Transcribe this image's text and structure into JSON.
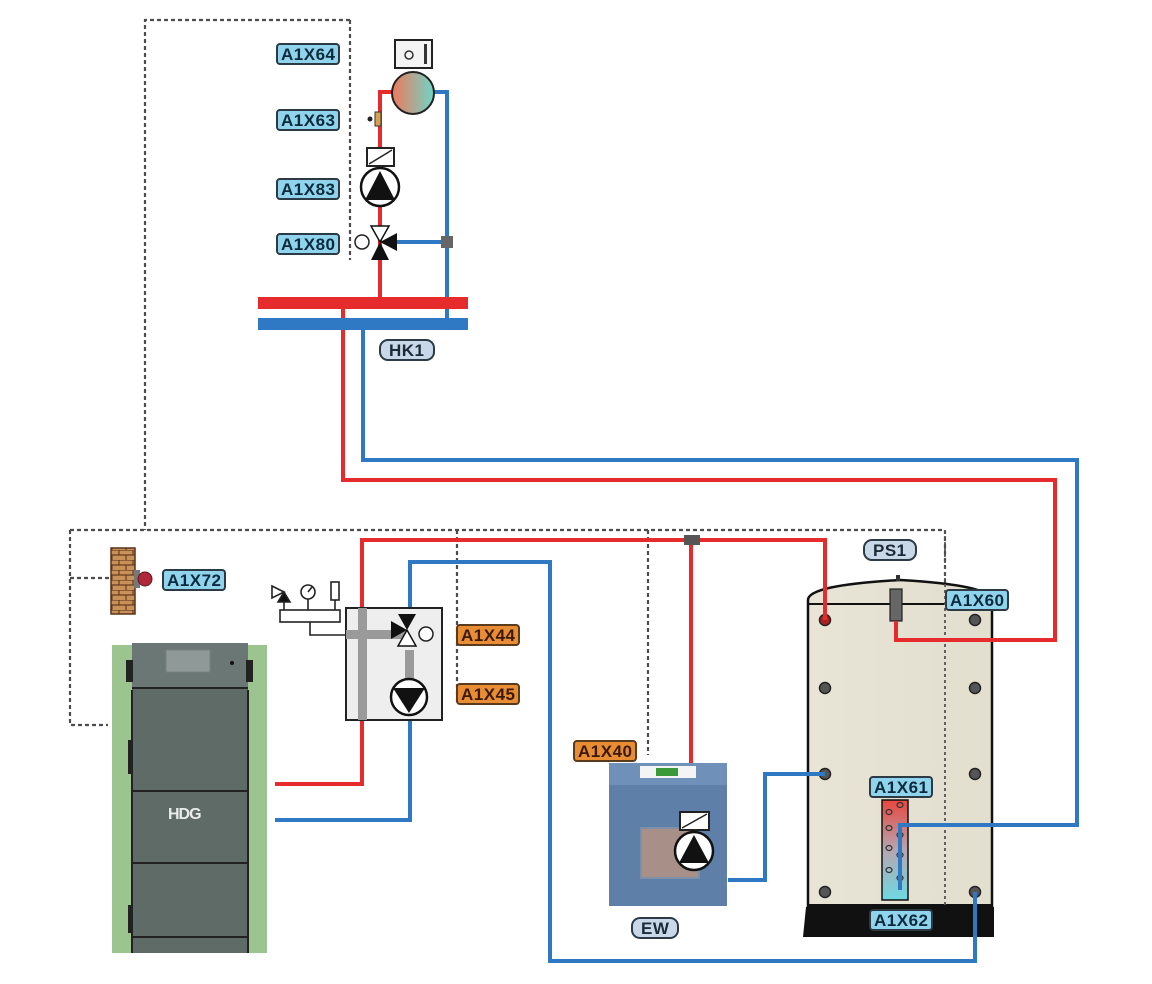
{
  "diagram": {
    "title": "HDG heating system hydraulic scheme",
    "colors": {
      "supply_pipe": "#e52b2b",
      "return_pipe": "#2f78c4",
      "sensor_label_bg": "#8fd3ec",
      "output_label_bg": "#e98d35",
      "component_label_bg": "#c9d8e8",
      "control_line": "#555555",
      "tank_body": "#e6e2d3",
      "boiler_body": "#5f6b67",
      "boiler_side": "#9cc48f",
      "ew_body": "#5d7fa8"
    },
    "components": {
      "heating_circuit": {
        "label": "HK1"
      },
      "buffer_tank": {
        "label": "PS1"
      },
      "electric_heater": {
        "label": "EW"
      },
      "boiler": {
        "brand": "HDG"
      }
    },
    "sensor_labels": {
      "room_unit": "A1X64",
      "flow_sensor_hk1": "A1X63",
      "pump_hk1": "A1X83",
      "mixer_hk1": "A1X80",
      "outdoor_sensor": "A1X72",
      "tank_top": "A1X60",
      "tank_middle": "A1X61",
      "tank_bottom": "A1X62"
    },
    "output_labels": {
      "boiler_mixer": "A1X44",
      "boiler_pump": "A1X45",
      "electric_heater": "A1X40"
    }
  }
}
